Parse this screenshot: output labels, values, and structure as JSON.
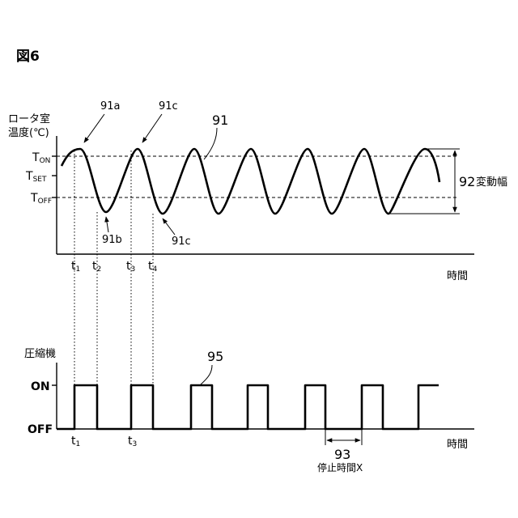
{
  "figure_label": "図6",
  "top": {
    "y_axis_label_line1": "ロータ室",
    "y_axis_label_line2": "温度(℃)",
    "t_on": {
      "main": "T",
      "sub": "ON"
    },
    "t_set": {
      "main": "T",
      "sub": "SET"
    },
    "t_off": {
      "main": "T",
      "sub": "OFF"
    },
    "x_axis_label": "時間",
    "curve_label": "91",
    "peak_label_1": "91a",
    "peak_label_2": "91c",
    "valley_label_1": "91b",
    "valley_label_2": "91c",
    "amplitude_number": "92",
    "amplitude_text": "変動幅",
    "time_marks": [
      {
        "main": "t",
        "sub": "1"
      },
      {
        "main": "t",
        "sub": "2"
      },
      {
        "main": "t",
        "sub": "3"
      },
      {
        "main": "t",
        "sub": "4"
      }
    ]
  },
  "bottom": {
    "y_axis_label": "圧縮機",
    "on_label": "ON",
    "off_label": "OFF",
    "x_axis_label": "時間",
    "signal_label": "95",
    "stop_number": "93",
    "stop_text": "停止時間X",
    "time_marks": [
      {
        "main": "t",
        "sub": "1"
      },
      {
        "main": "t",
        "sub": "3"
      }
    ]
  }
}
